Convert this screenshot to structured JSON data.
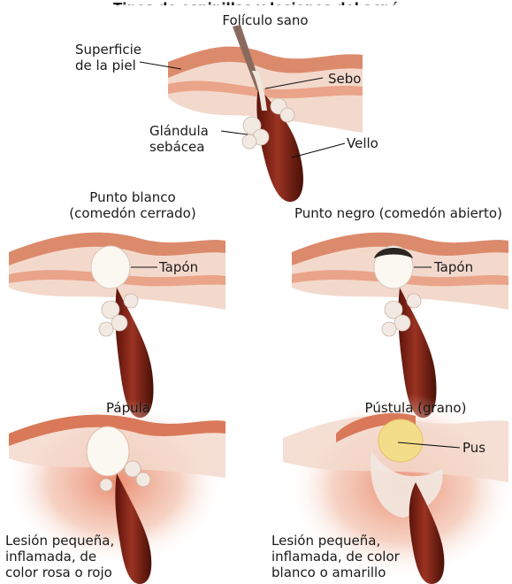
{
  "title": "Tipos de espinillas y lesiones del acné",
  "palette": {
    "skin_light": "#f3d9cc",
    "skin_mid": "#e9a489",
    "skin_dark": "#c9644c",
    "hair": "#7b1f12",
    "gland": "#f2e9e2",
    "plug_white": "#fbf8f2",
    "plug_black": "#2b2522",
    "pus": "#f4dd8a",
    "inflamed": "#d9795a"
  },
  "panels": {
    "healthy": {
      "heading": "Folículo sano",
      "labels": {
        "skin_surface": "Superficie\nde la piel",
        "sebum": "Sebo",
        "gland": "Glándula\nsebácea",
        "hair": "Vello"
      }
    },
    "whitehead": {
      "heading": "Punto blanco\n(comedón cerrado)",
      "plug": "Tapón"
    },
    "blackhead": {
      "heading": "Punto negro (comedón abierto)",
      "plug": "Tapón"
    },
    "papule": {
      "heading": "Pápula",
      "description": "Lesión pequeña,\ninflamada, de\ncolor rosa o rojo"
    },
    "pustule": {
      "heading": "Pústula (grano)",
      "pus": "Pus",
      "description": "Lesión pequeña,\ninflamada, de color\nblanco o amarillo"
    }
  }
}
